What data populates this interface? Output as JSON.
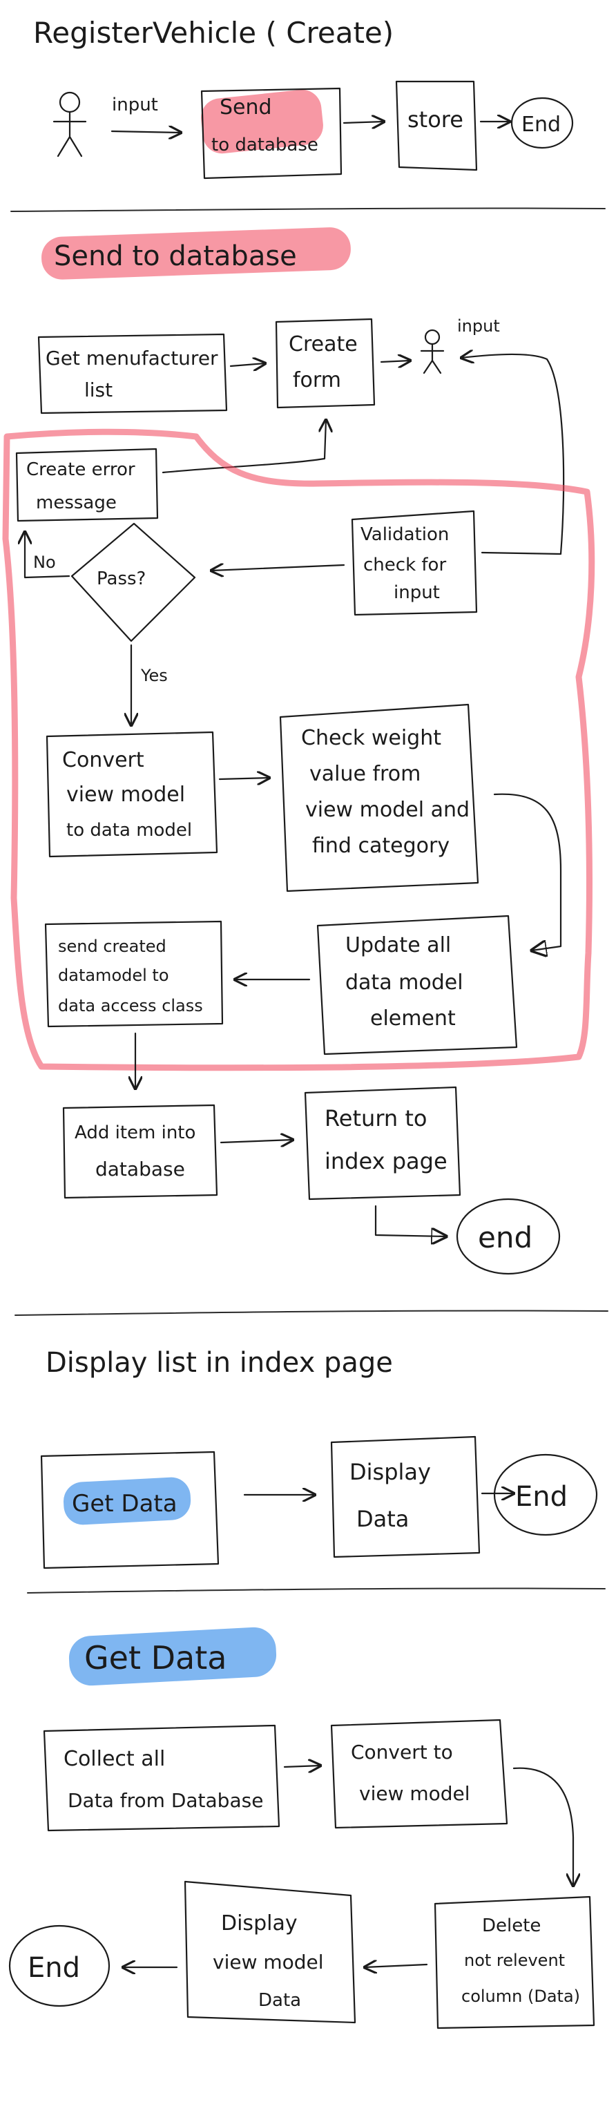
{
  "sections": {
    "register_title": "RegisterVehicle ( Create)",
    "send_to_db_title": "Send to database",
    "display_list_title": "Display list in index page",
    "get_data_title": "Get Data"
  },
  "register_flow": {
    "input_label": "input",
    "send_to_database": [
      "Send",
      "to database"
    ],
    "store": "store",
    "end": "End"
  },
  "send_flow": {
    "get_manufacturer": [
      "Get menufacturer",
      "list"
    ],
    "create_form": [
      "Create",
      "form"
    ],
    "input_label": "input",
    "create_error": [
      "Create error",
      "message"
    ],
    "validation": [
      "Validation",
      "check for",
      "input"
    ],
    "pass": "Pass?",
    "no": "No",
    "yes": "Yes",
    "convert_view_model": [
      "Convert",
      "view model",
      "to data model"
    ],
    "check_weight": [
      "Check weight",
      "value from",
      "view model and",
      "find category"
    ],
    "send_created": [
      "send created",
      "datamodel to",
      "data access class"
    ],
    "update_all": [
      "Update all",
      "data model",
      "element"
    ],
    "add_item": [
      "Add item into",
      "database"
    ],
    "return_index": [
      "Return to",
      "index page"
    ],
    "end": "end"
  },
  "display_flow": {
    "get_data": "Get Data",
    "display_data": [
      "Display",
      "Data"
    ],
    "end": "End"
  },
  "get_data_flow": {
    "collect_all": [
      "Collect all",
      "Data from Database"
    ],
    "convert_to_view": [
      "Convert to",
      "view model"
    ],
    "delete_not_relevant": [
      "Delete",
      "not relevent",
      "column (Data)"
    ],
    "display_view_model": [
      "Display",
      "view model",
      "Data"
    ],
    "end": "End"
  }
}
